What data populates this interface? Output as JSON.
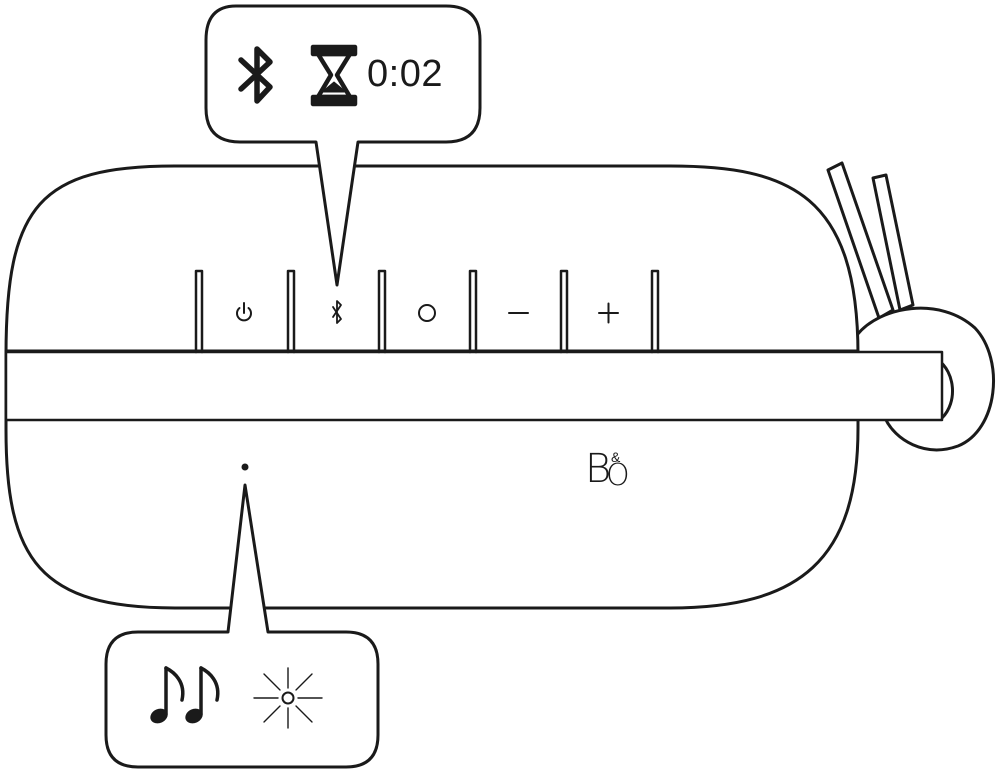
{
  "bluetooth_callout": {
    "bluetooth_icon": "bluetooth-icon",
    "timer_icon": "hourglass-icon",
    "time_text": "0:02"
  },
  "speaker": {
    "buttons": [
      {
        "name": "power-button",
        "icon": "power-icon"
      },
      {
        "name": "bluetooth-button",
        "icon": "bluetooth-icon"
      },
      {
        "name": "circle-button",
        "icon": "circle-icon"
      },
      {
        "name": "volume-down-button",
        "icon": "minus-icon"
      },
      {
        "name": "volume-up-button",
        "icon": "plus-icon"
      }
    ],
    "indicator": "status-light",
    "logo": {
      "b": "B",
      "amp": "&",
      "o": "O"
    }
  },
  "status_callout": {
    "sound_icon": "double-music-note-icon",
    "light_icon": "blinking-light-icon"
  },
  "colors": {
    "line": "#1a1a1a",
    "background": "#ffffff"
  }
}
